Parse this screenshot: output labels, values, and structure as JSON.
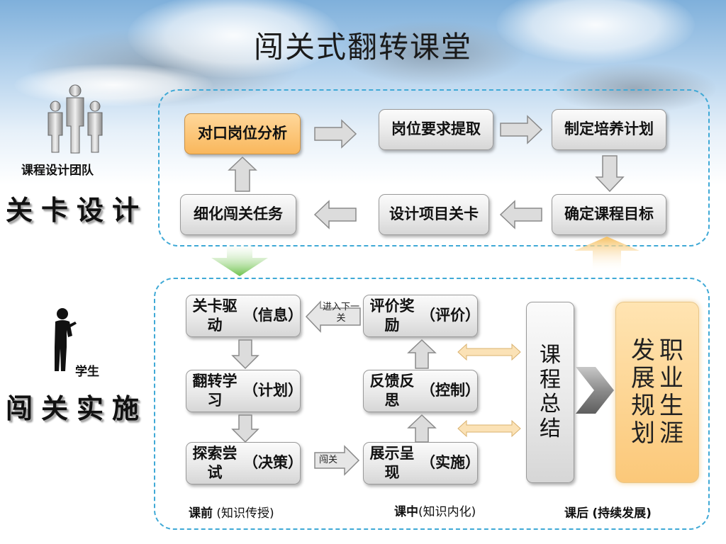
{
  "title": "闯关式翻转课堂",
  "design": {
    "team_label": "课程设计团队",
    "section_label": "关卡设计",
    "boxes": {
      "job_analysis": "对口岗位分析",
      "extract_requirements": "岗位要求提取",
      "training_plan": "制定培养计划",
      "course_goals": "确定课程目标",
      "design_levels": "设计项目关卡",
      "refine_tasks": "细化闯关任务"
    }
  },
  "implementation": {
    "student_label": "学生",
    "section_label": "闯关实施",
    "boxes": {
      "level_drive": [
        "关卡驱动",
        "（信息）"
      ],
      "flip_learning": [
        "翻转学习",
        "（计划）"
      ],
      "explore_try": [
        "探索尝试",
        "（决策）"
      ],
      "show_present": [
        "展示呈现",
        "（实施）"
      ],
      "feedback_reflect": [
        "反馈反思",
        "（控制）"
      ],
      "evaluate_reward": [
        "评价奖励",
        "（评价）"
      ],
      "course_summary": "课程总结",
      "career_plan": [
        "职业生涯",
        "发展规划"
      ]
    },
    "arrow_labels": {
      "next_level": "进入下一关",
      "pass_level": "闯关"
    },
    "phases": {
      "before": {
        "name": "课前",
        "desc": "(知识传授)"
      },
      "during": {
        "name": "课中",
        "desc": "(知识内化)"
      },
      "after": {
        "name": "课后",
        "desc": "(持续发展)"
      }
    }
  },
  "colors": {
    "dashed_frame": "#3fa9d6",
    "orange_box": "#f9b75c",
    "green_arrow": "#7cc95a",
    "gray_arrow": "#cfcfcf"
  }
}
